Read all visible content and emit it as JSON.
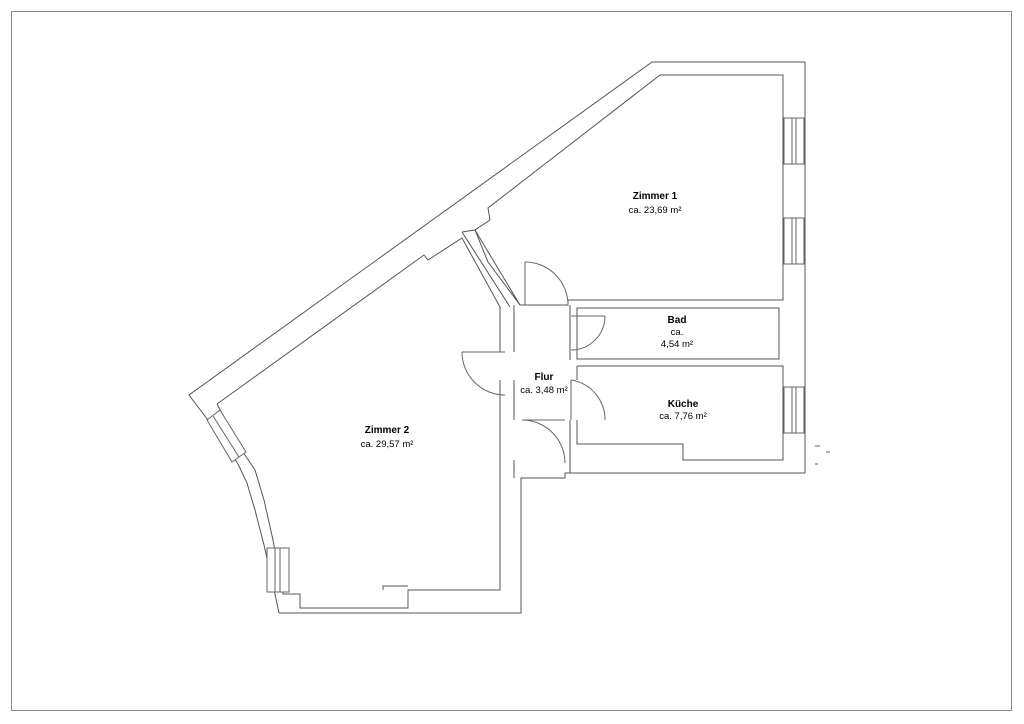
{
  "rooms": {
    "zimmer1": {
      "name": "Zimmer 1",
      "area": "ca. 23,69 m²"
    },
    "zimmer2": {
      "name": "Zimmer 2",
      "area": "ca. 29,57 m²"
    },
    "bad": {
      "name": "Bad",
      "area_line1": "ca.",
      "area_line2": "4,54 m²"
    },
    "flur": {
      "name": "Flur",
      "area": "ca. 3,48 m²"
    },
    "kueche": {
      "name": "Küche",
      "area": "ca. 7,76 m²"
    }
  }
}
